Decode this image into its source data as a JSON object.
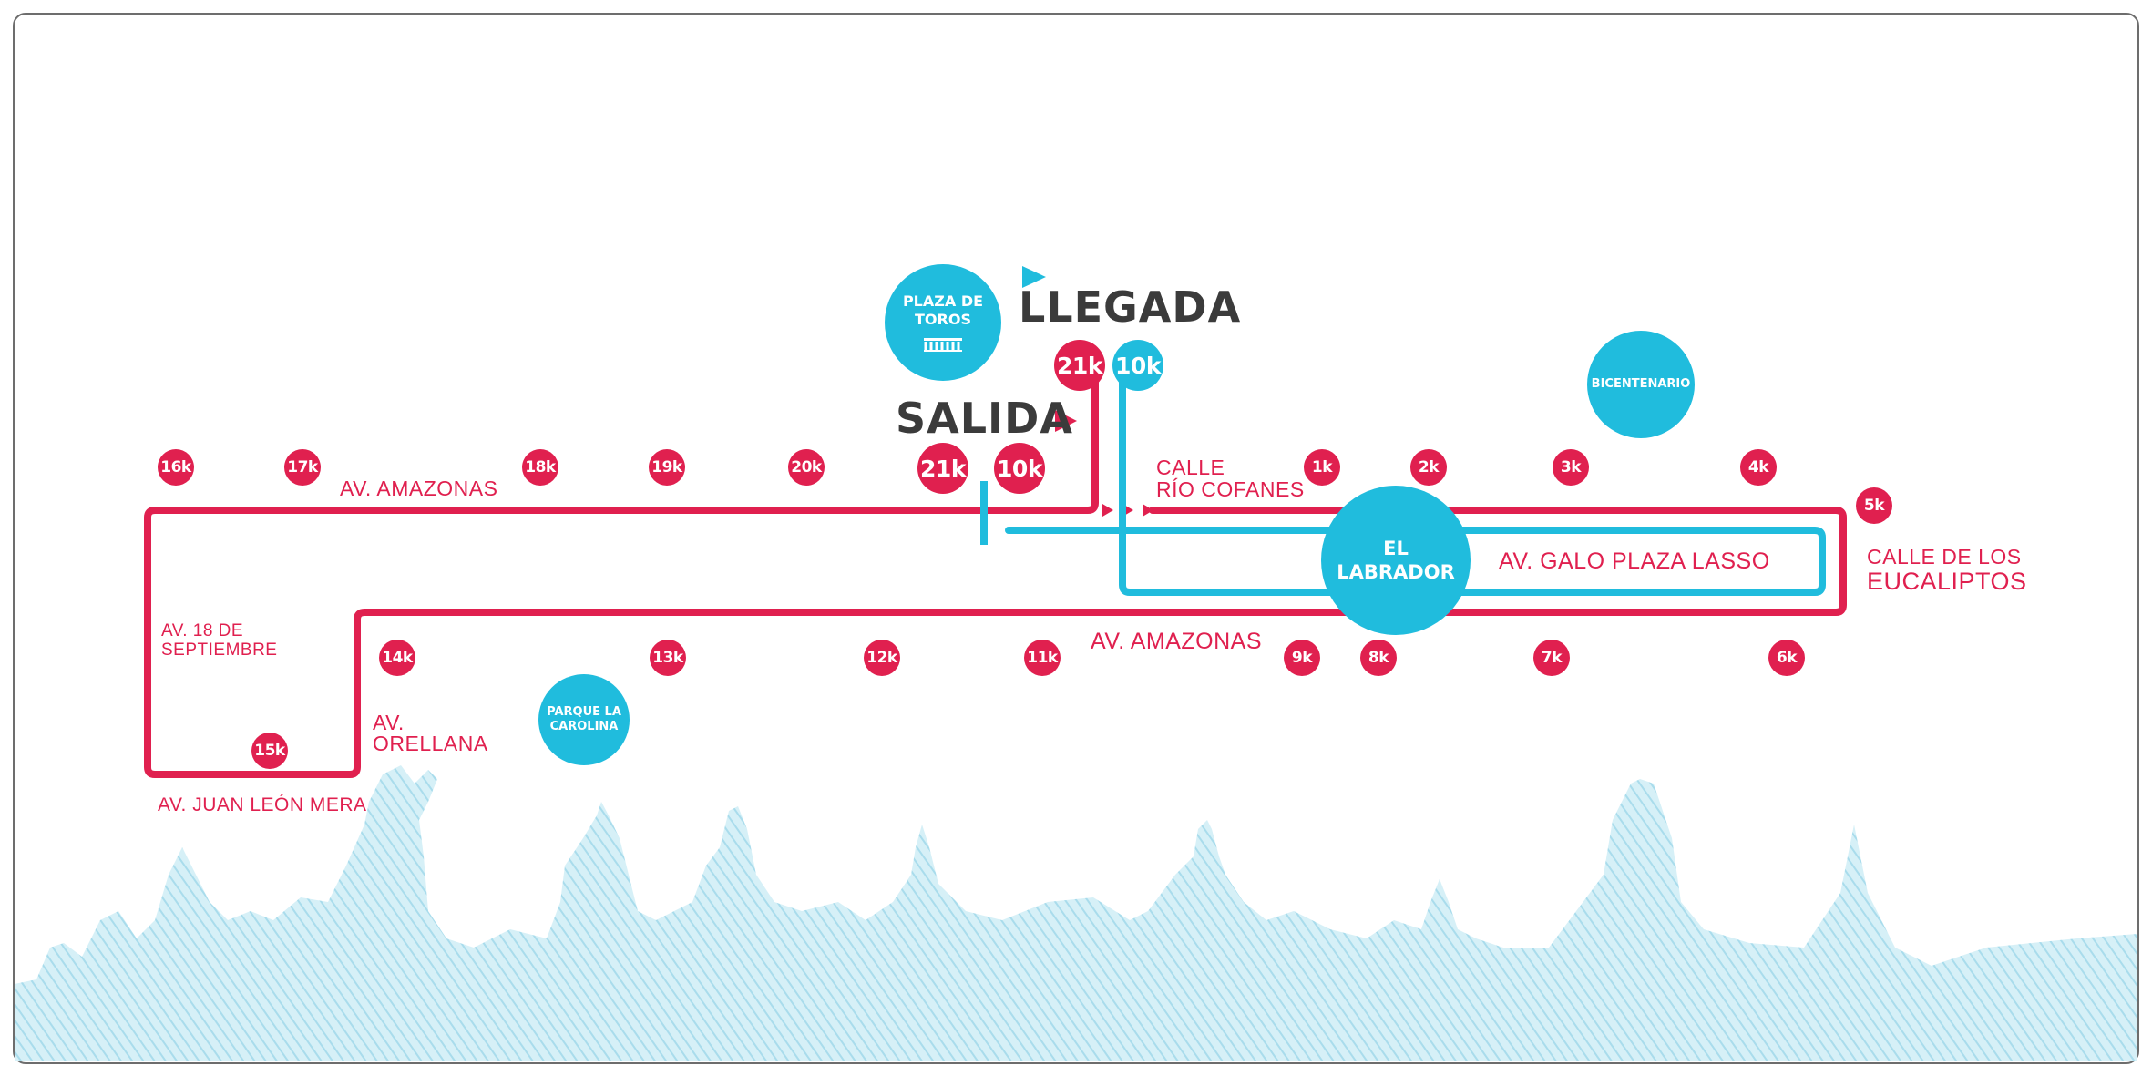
{
  "colors": {
    "route_21k": "#e0204f",
    "route_10k": "#20bcdd",
    "skyline": "#bfe6f1",
    "text_dark": "#3b3b3b"
  },
  "titles": {
    "start": "SALIDA",
    "finish": "LLEGADA"
  },
  "start_badges": {
    "half": "21k",
    "ten": "10k"
  },
  "finish_badges": {
    "half": "21k",
    "ten": "10k"
  },
  "landmarks": {
    "plaza_toros": {
      "line1": "PLAZA DE",
      "line2": "TOROS",
      "icon": "bullring-icon"
    },
    "bicentenario": {
      "label": "BICENTENARIO"
    },
    "el_labrador": {
      "line1": "EL",
      "line2": "LABRADOR"
    },
    "parque_carolina": {
      "line1": "PARQUE LA",
      "line2": "CAROLINA"
    }
  },
  "streets": {
    "amazonas_top": "AV. AMAZONAS",
    "rio_cofanes_1": "CALLE",
    "rio_cofanes_2": "RÍO COFANES",
    "galo_plaza": "AV. GALO PLAZA LASSO",
    "eucaliptos_1": "CALLE DE LOS",
    "eucaliptos_2": "EUCALIPTOS",
    "amazonas_bottom": "AV. AMAZONAS",
    "dieciocho_1": "AV.  18  DE",
    "dieciocho_2": "SEPTIEMBRE",
    "orellana_1": "AV.",
    "orellana_2": "ORELLANA",
    "juan_leon_mera": "AV. JUAN LEÓN MERA"
  },
  "km_markers": [
    "1k",
    "2k",
    "3k",
    "4k",
    "5k",
    "6k",
    "7k",
    "8k",
    "9k",
    "11k",
    "12k",
    "13k",
    "14k",
    "15k",
    "16k",
    "17k",
    "18k",
    "19k",
    "20k"
  ]
}
